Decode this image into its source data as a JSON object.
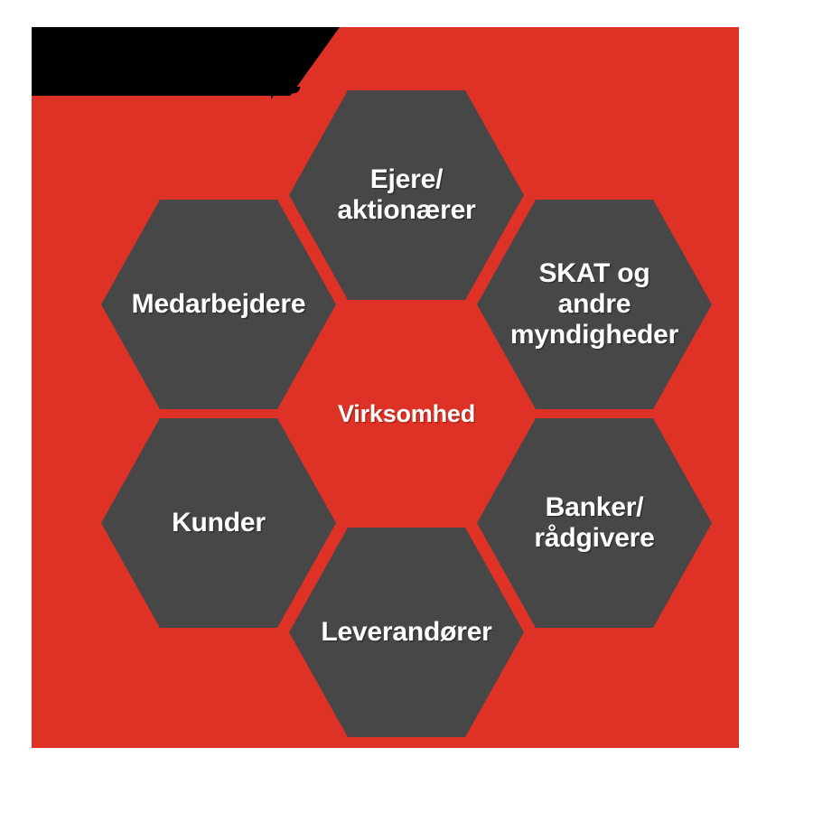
{
  "diagram": {
    "title_redacted": true,
    "background_color": "#DE3226",
    "node_color": "#474747",
    "text_color": "#FFFFFF",
    "center": {
      "label": "Virksomhed",
      "shape": "hexagon",
      "fill": "#DE3226"
    },
    "nodes": [
      {
        "id": "ejere",
        "label": "Ejere/\naktionærer",
        "position": "top",
        "shape": "hexagon",
        "fill": "#474747"
      },
      {
        "id": "skat",
        "label": "SKAT og\nandre\nmyndigheder",
        "position": "upper-right",
        "shape": "hexagon",
        "fill": "#474747"
      },
      {
        "id": "banker",
        "label": "Banker/\nrådgivere",
        "position": "lower-right",
        "shape": "hexagon",
        "fill": "#474747"
      },
      {
        "id": "leverandorer",
        "label": "Leverandører",
        "position": "bottom",
        "shape": "hexagon",
        "fill": "#474747"
      },
      {
        "id": "kunder",
        "label": "Kunder",
        "position": "lower-left",
        "shape": "hexagon",
        "fill": "#474747"
      },
      {
        "id": "medarbejdere",
        "label": "Medarbejdere",
        "position": "upper-left",
        "shape": "hexagon",
        "fill": "#474747"
      }
    ]
  }
}
